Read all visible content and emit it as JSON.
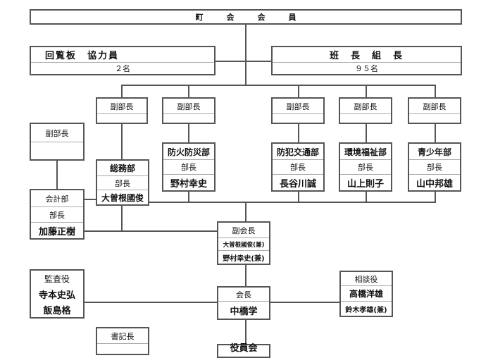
{
  "chart_title": "町　　　会　　　会　　　員",
  "left_group": {
    "title": "回覧板　協力員",
    "count": "２名"
  },
  "right_group": {
    "title": "班　長　組　長",
    "count": "９５名"
  },
  "vice_heads": {
    "somu": "副部長",
    "bouka": "副部長",
    "bouhan": "副部長",
    "kankyo": "副部長",
    "seishonen": "副部長",
    "kaikei": "副部長"
  },
  "departments": {
    "somu": {
      "name": "総務部",
      "role": "部長",
      "person": "大曽根國俊"
    },
    "bouka": {
      "name": "防火防災部",
      "role": "部長",
      "person": "野村幸史"
    },
    "bouhan": {
      "name": "防犯交通部",
      "role": "部長",
      "person": "長谷川誠"
    },
    "kankyo": {
      "name": "環境福祉部",
      "role": "部長",
      "person": "山上則子"
    },
    "seishonen": {
      "name": "青少年部",
      "role": "部長",
      "person": "山中邦雄"
    },
    "kaikei": {
      "name": "会計部",
      "role": "部長",
      "person": "加藤正樹"
    }
  },
  "vice_president": {
    "title": "副会長",
    "person1": "大曽根國俊(兼)",
    "person2": "野村幸史(兼)"
  },
  "president": {
    "title": "会長",
    "person": "中橋学"
  },
  "auditor": {
    "title": "監査役",
    "person1": "寺本史弘",
    "person2": "飯島格"
  },
  "advisor": {
    "title": "相談役",
    "person1": "高橋洋雄",
    "person2": "鈴木孝雄(兼)"
  },
  "secretary": {
    "title": "書記長"
  },
  "officers": {
    "title": "役員会"
  }
}
